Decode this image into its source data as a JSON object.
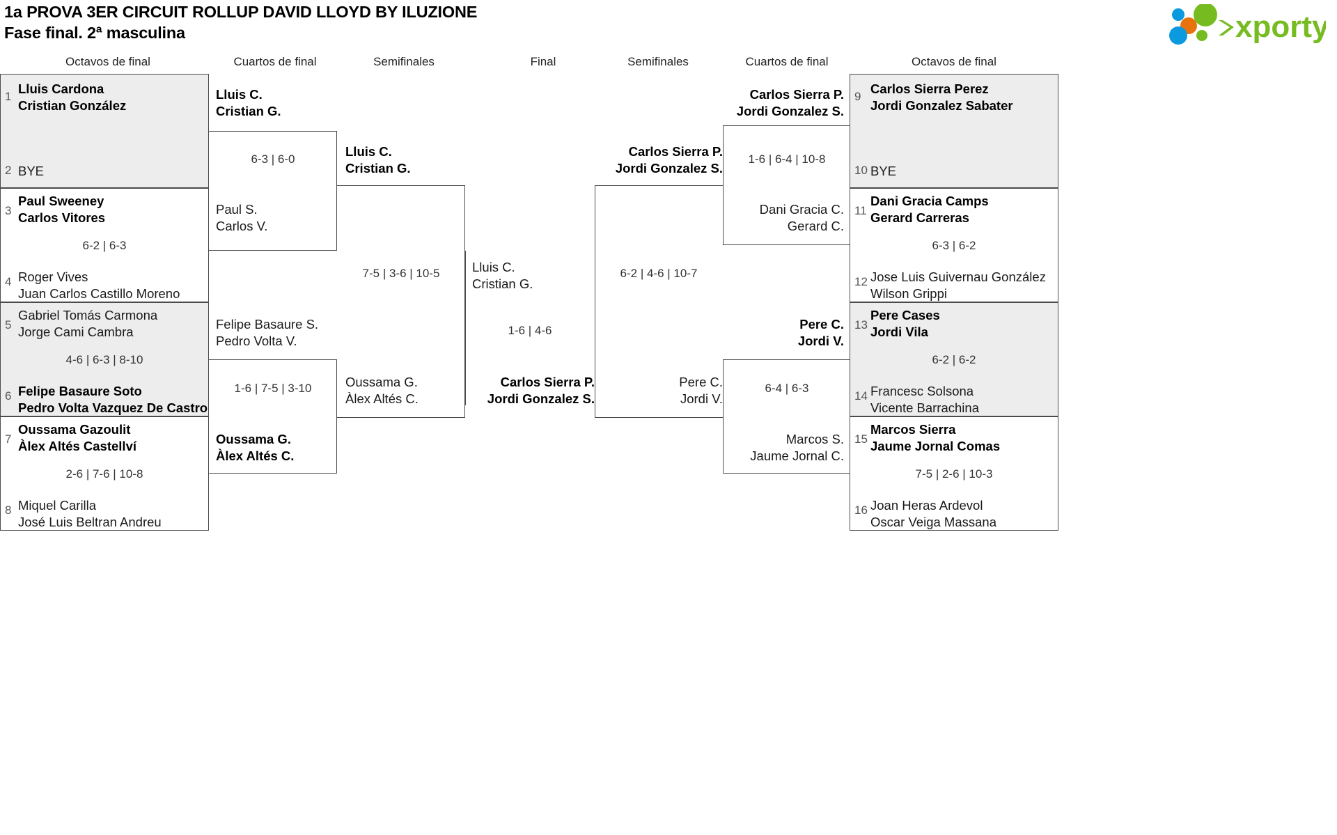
{
  "header": {
    "title_line1": "1a PROVA 3ER CIRCUIT ROLLUP DAVID LLOYD BY ILUZIONE",
    "title_line2": "Fase final. 2ª masculina",
    "logo_text": "xporty",
    "logo_colors": {
      "green": "#76bc21",
      "blue": "#0c9ade",
      "orange": "#e8720c"
    }
  },
  "round_headers": [
    {
      "label": "Octavos de final"
    },
    {
      "label": "Cuartos de final"
    },
    {
      "label": "Semifinales"
    },
    {
      "label": "Final"
    },
    {
      "label": "Semifinales"
    },
    {
      "label": "Cuartos de final"
    },
    {
      "label": "Octavos de final"
    }
  ],
  "left": {
    "seeds": [
      {
        "num": "1",
        "p1": "Lluis Cardona",
        "p2": "Cristian González",
        "winner": true
      },
      {
        "num": "2",
        "p1": "BYE",
        "p2": "",
        "winner": false
      },
      {
        "num": "3",
        "p1": "Paul Sweeney",
        "p2": "Carlos Vitores",
        "winner": true
      },
      {
        "num": "4",
        "p1": "Roger Vives",
        "p2": "Juan Carlos Castillo Moreno",
        "winner": false
      },
      {
        "num": "5",
        "p1": "Gabriel Tomás Carmona",
        "p2": "Jorge Cami Cambra",
        "winner": false
      },
      {
        "num": "6",
        "p1": "Felipe Basaure Soto",
        "p2": "Pedro Volta Vazquez De Castro",
        "winner": true
      },
      {
        "num": "7",
        "p1": "Oussama Gazoulit",
        "p2": "Àlex Altés Castellví",
        "winner": true
      },
      {
        "num": "8",
        "p1": "Miquel Carilla",
        "p2": "José Luis Beltran Andreu",
        "winner": false
      }
    ],
    "r16_scores": [
      {
        "value": ""
      },
      {
        "value": "6-2 | 6-3"
      },
      {
        "value": "4-6 | 6-3 | 8-10"
      },
      {
        "value": "2-6 | 7-6 | 10-8"
      }
    ],
    "quarters": [
      {
        "p1": "Lluis C.",
        "p2": "Cristian G.",
        "winner": true
      },
      {
        "p1": "Paul S.",
        "p2": "Carlos V.",
        "winner": false
      },
      {
        "p1": "Felipe Basaure S.",
        "p2": "Pedro Volta V.",
        "winner": false
      },
      {
        "p1": "Oussama G.",
        "p2": "Àlex Altés C.",
        "winner": true
      }
    ],
    "qf_scores": [
      {
        "value": "6-3 | 6-0"
      },
      {
        "value": "1-6 | 7-5 | 3-10"
      }
    ],
    "semis": [
      {
        "p1": "Lluis C.",
        "p2": "Cristian G.",
        "winner": true
      },
      {
        "p1": "Oussama G.",
        "p2": "Àlex Altés C.",
        "winner": false
      }
    ],
    "sf_score": "7-5 | 3-6 | 10-5"
  },
  "final": {
    "top": {
      "p1": "Lluis C.",
      "p2": "Cristian G.",
      "winner": false
    },
    "bottom": {
      "p1": "Carlos Sierra P.",
      "p2": "Jordi Gonzalez S.",
      "winner": true
    },
    "score": "1-6 | 4-6"
  },
  "right": {
    "seeds": [
      {
        "num": "9",
        "p1": "Carlos Sierra Perez",
        "p2": "Jordi Gonzalez Sabater",
        "winner": true
      },
      {
        "num": "10",
        "p1": "BYE",
        "p2": "",
        "winner": false
      },
      {
        "num": "11",
        "p1": "Dani Gracia Camps",
        "p2": "Gerard Carreras",
        "winner": true
      },
      {
        "num": "12",
        "p1": "Jose Luis Guivernau González",
        "p2": "Wilson Grippi",
        "winner": false
      },
      {
        "num": "13",
        "p1": "Pere Cases",
        "p2": "Jordi Vila",
        "winner": true
      },
      {
        "num": "14",
        "p1": "Francesc Solsona",
        "p2": "Vicente Barrachina",
        "winner": false
      },
      {
        "num": "15",
        "p1": "Marcos Sierra",
        "p2": "Jaume Jornal Comas",
        "winner": true
      },
      {
        "num": "16",
        "p1": "Joan Heras Ardevol",
        "p2": "Oscar Veiga Massana",
        "winner": false
      }
    ],
    "r16_scores": [
      {
        "value": ""
      },
      {
        "value": "6-3 | 6-2"
      },
      {
        "value": "6-2 | 6-2"
      },
      {
        "value": "7-5 | 2-6 | 10-3"
      }
    ],
    "quarters": [
      {
        "p1": "Carlos Sierra P.",
        "p2": "Jordi Gonzalez S.",
        "winner": true
      },
      {
        "p1": "Dani Gracia C.",
        "p2": "Gerard C.",
        "winner": false
      },
      {
        "p1": "Pere C.",
        "p2": "Jordi V.",
        "winner": true
      },
      {
        "p1": "Marcos S.",
        "p2": "Jaume Jornal C.",
        "winner": false
      }
    ],
    "qf_scores": [
      {
        "value": "1-6 | 6-4 | 10-8"
      },
      {
        "value": "6-4 | 6-3"
      }
    ],
    "semis": [
      {
        "p1": "Carlos Sierra P.",
        "p2": "Jordi Gonzalez S.",
        "winner": true
      },
      {
        "p1": "Pere C.",
        "p2": "Jordi V.",
        "winner": false
      }
    ],
    "sf_score": "6-2 | 4-6 | 10-7"
  }
}
